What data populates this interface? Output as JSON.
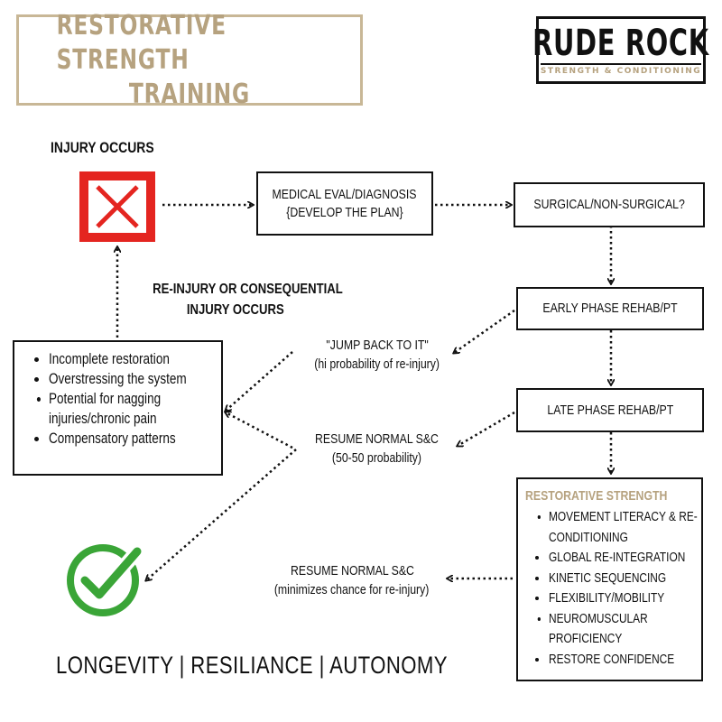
{
  "title": {
    "line1": "RESTORATIVE STRENGTH",
    "line2": "TRAINING"
  },
  "logo": {
    "name": "RUDE ROCK",
    "tagline": "STRENGTH & CONDITIONING"
  },
  "labels": {
    "injury_occurs": "INJURY OCCURS",
    "reinjury_line1": "RE-INJURY OR CONSEQUENTIAL",
    "reinjury_line2": "INJURY OCCURS"
  },
  "nodes": {
    "medical_line1": "MEDICAL EVAL/DIAGNOSIS",
    "medical_line2": "{DEVELOP THE PLAN}",
    "surgical": "SURGICAL/NON-SURGICAL?",
    "early": "EARLY PHASE REHAB/PT",
    "late": "LATE PHASE REHAB/PT"
  },
  "paths": {
    "jump_line1": "\"JUMP BACK TO IT\"",
    "jump_line2": "(hi probability of re-injury)",
    "resume1_line1": "RESUME NORMAL S&C",
    "resume1_line2": "(50-50 probability)",
    "resume2_line1": "RESUME NORMAL S&C",
    "resume2_line2": "(minimizes chance for re-injury)"
  },
  "risks": [
    "Incomplete restoration",
    "Overstressing the system",
    "Potential for nagging injuries/chronic pain",
    "Compensatory patterns"
  ],
  "restorative": {
    "title": "RESTORATIVE STRENGTH",
    "items": [
      "MOVEMENT LITERACY & RE- CONDITIONING",
      "GLOBAL RE-INTEGRATION",
      "KINETIC SEQUENCING",
      "FLEXIBILITY/MOBILITY",
      "NEUROMUSCULAR PROFICIENCY",
      "RESTORE CONFIDENCE"
    ]
  },
  "footer": "LONGEVITY | RESILIANCE | AUTONOMY",
  "colors": {
    "accent": "#b6a27f",
    "injury_red": "#e42520",
    "check_green": "#3aa537"
  },
  "icons": {
    "injury": "x-icon",
    "success": "checkmark-icon"
  }
}
